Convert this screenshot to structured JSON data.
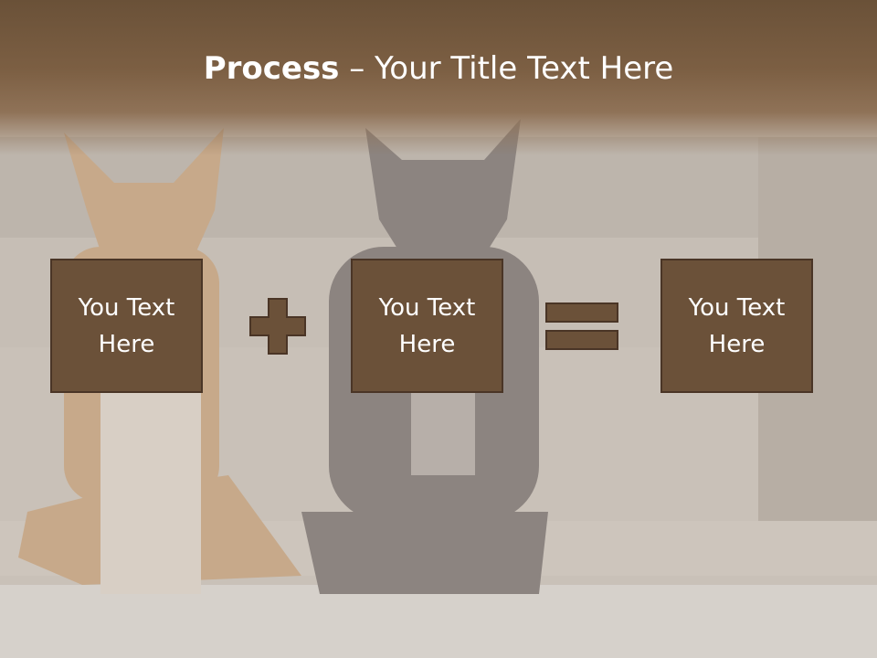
{
  "slide": {
    "title_bold": "Process",
    "title_rest": " – Your Title Text Here",
    "boxes": [
      {
        "text": "You Text Here"
      },
      {
        "text": "You Text Here"
      },
      {
        "text": "You Text Here"
      }
    ],
    "operators": [
      "plus-icon",
      "equals-icon"
    ],
    "colors": {
      "title_band": "#6a5138",
      "box_fill": "#6b5139",
      "box_border": "#4a3526",
      "text": "#ffffff",
      "background": "#cfc9c1"
    }
  }
}
